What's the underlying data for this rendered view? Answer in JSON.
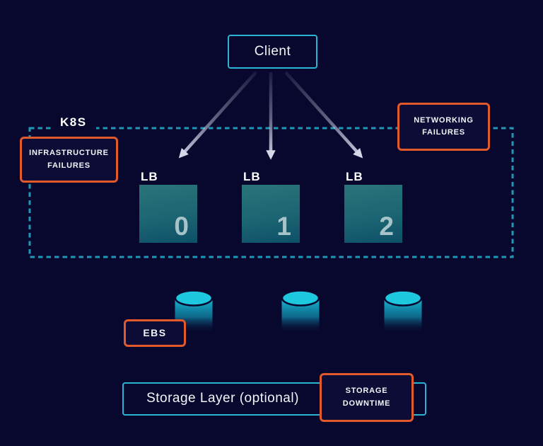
{
  "colors": {
    "background": "#08082e",
    "panel_fill": "#0c0c36",
    "accent_cyan": "#2bb3d4",
    "boundary_dash_teal": "#1f97b5",
    "accent_orange": "#e25a2c",
    "arrow_light": "#d4d8ea",
    "lb_gradient_top": "#2b747b",
    "lb_gradient_bottom": "#0d5068",
    "lb_number": "#a6c3c9",
    "cylinder_cyan": "#1ec9e0",
    "text_white": "#f3f4f8"
  },
  "client": {
    "label": "Client"
  },
  "cluster": {
    "label": "K8S"
  },
  "annotations": {
    "infrastructure_failures": "INFRASTRUCTURE FAILURES",
    "networking_failures": "NETWORKING FAILURES",
    "ebs": "EBS",
    "storage_downtime": "STORAGE DOWNTIME"
  },
  "load_balancers": [
    {
      "label": "LB",
      "number": "0"
    },
    {
      "label": "LB",
      "number": "1"
    },
    {
      "label": "LB",
      "number": "2"
    }
  ],
  "storage": {
    "label": "Storage Layer (optional)"
  },
  "volumes": {
    "count": 3,
    "icon": "cylinder-database"
  }
}
